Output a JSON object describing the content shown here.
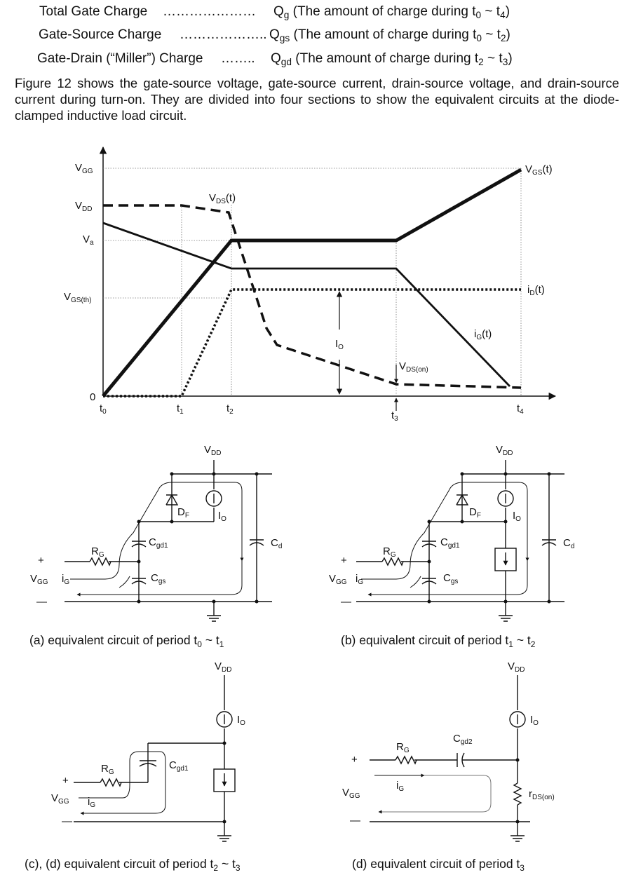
{
  "definitions": [
    {
      "term": "Total Gate Charge",
      "dots": "…………………",
      "symbol": "Q",
      "symbol_sub": "g",
      "desc_pre": " (The amount of charge during t",
      "from_sub": "0",
      "sep": " ~ t",
      "to_sub": "4",
      "desc_post": ")"
    },
    {
      "term": "Gate-Source Charge",
      "dots": "………………..",
      "symbol": "Q",
      "symbol_sub": "gs",
      "desc_pre": " (The amount of charge during t",
      "from_sub": "0",
      "sep": " ~ t",
      "to_sub": "2",
      "desc_post": ")"
    },
    {
      "term": "Gate-Drain (“Miller”) Charge",
      "dots": "……..",
      "symbol": "Q",
      "symbol_sub": "gd",
      "desc_pre": " (The amount of charge during t",
      "from_sub": "2",
      "sep": " ~ t",
      "to_sub": "3",
      "desc_post": ")"
    }
  ],
  "paragraph": "Figure 12 shows the gate-source voltage, gate-source current, drain-source voltage, and drain-source current during turn-on. They are divided into four sections to show the equivalent circuits at the diode-clamped inductive load circuit.",
  "waveform": {
    "y_levels": [
      {
        "main": "V",
        "sub": "GG"
      },
      {
        "main": "V",
        "sub": "DD"
      },
      {
        "main": "V",
        "sub": "a"
      },
      {
        "main": "V",
        "sub": "GS(th)"
      },
      {
        "main": "0",
        "sub": ""
      }
    ],
    "x_ticks": [
      {
        "main": "t",
        "sub": "0"
      },
      {
        "main": "t",
        "sub": "1"
      },
      {
        "main": "t",
        "sub": "2"
      },
      {
        "main": "t",
        "sub": "3"
      },
      {
        "main": "t",
        "sub": "4"
      }
    ],
    "curve_labels": {
      "vgs": {
        "main": "V",
        "sub": "GS",
        "post": "(t)"
      },
      "vds": {
        "main": "V",
        "sub": "DS",
        "post": "(t)"
      },
      "id": {
        "main": "i",
        "sub": "D",
        "post": "(t)"
      },
      "ig": {
        "main": "i",
        "sub": "G",
        "post": "(t)"
      },
      "io": {
        "main": "I",
        "sub": "O",
        "post": ""
      },
      "vdson": {
        "main": "V",
        "sub": "DS(on)",
        "post": ""
      }
    }
  },
  "circuit_labels": {
    "vdd": {
      "main": "V",
      "sub": "DD"
    },
    "df": {
      "main": "D",
      "sub": "F"
    },
    "io": {
      "main": "I",
      "sub": "O"
    },
    "rg": {
      "main": "R",
      "sub": "G"
    },
    "cgd1": {
      "main": "C",
      "sub": "gd1"
    },
    "cgd2": {
      "main": "C",
      "sub": "gd2"
    },
    "cgs": {
      "main": "C",
      "sub": "gs"
    },
    "cd": {
      "main": "C",
      "sub": "d"
    },
    "vgg": {
      "main": "V",
      "sub": "GG"
    },
    "ig": {
      "main": "i",
      "sub": "G"
    },
    "rdson": {
      "main": "r",
      "sub": "DS(on)"
    },
    "plus": "+",
    "minus": "—"
  },
  "captions": [
    {
      "pre": "(a) equivalent circuit of period t",
      "a": "0",
      "mid": " ~ t",
      "b": "1"
    },
    {
      "pre": "(b) equivalent circuit of period t",
      "a": "1",
      "mid": " ~ t",
      "b": "2"
    },
    {
      "pre": "(c), (d) equivalent circuit of period t",
      "a": "2",
      "mid": " ~ t",
      "b": "3"
    },
    {
      "pre": "(d) equivalent circuit of period t",
      "a": "3",
      "mid": "",
      "b": ""
    }
  ]
}
